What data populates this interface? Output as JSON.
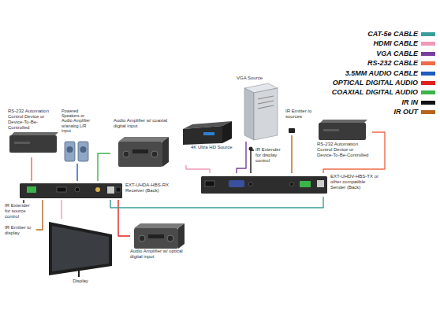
{
  "diagram": {
    "nodes": [
      {
        "text": [
          "RS-232 Automation Control Device or Device-To-Be-Controlled"
        ]
      },
      {
        "text": [
          "Powered Speakers or Audio Amplifier w/analog L/R input"
        ]
      },
      {
        "text": [
          "Audio Amplifier w/ coaxial digital input"
        ]
      },
      {
        "text": [
          "4K Ultra HD Source"
        ]
      },
      {
        "text": [
          "VGA Source"
        ]
      },
      {
        "text": [
          "IR Emitter to sources"
        ]
      },
      {
        "text": [
          "IR Extender for display control"
        ]
      },
      {
        "text": [
          "RS-232 Automation Control Device or Device-To-Be-Controlled"
        ]
      },
      {
        "text": [
          "EXT-UHDA-HBS-RX Receiver (Back)"
        ]
      },
      {
        "text": [
          "EXT-UHDV-HBS-TX or other compatible Sender (Back)"
        ]
      },
      {
        "text": [
          "IR Extender for source control"
        ]
      },
      {
        "text": [
          "IR Emitter to display"
        ]
      },
      {
        "text": [
          "Display"
        ]
      },
      {
        "text": [
          "Audio Amplifier w/ optical digital input"
        ]
      }
    ],
    "edges": [
      {
        "from": 8,
        "to": 0,
        "arrow": "none"
      },
      {
        "from": 8,
        "to": 1,
        "arrow": "none"
      },
      {
        "from": 8,
        "to": 2,
        "arrow": "none"
      },
      {
        "from": 8,
        "to": 12,
        "arrow": "none"
      },
      {
        "from": 8,
        "to": 13,
        "arrow": "none"
      },
      {
        "from": 8,
        "to": 9,
        "arrow": "none"
      },
      {
        "from": 3,
        "to": 9,
        "arrow": "none"
      },
      {
        "from": 4,
        "to": 9,
        "arrow": "none"
      },
      {
        "from": 6,
        "to": 9,
        "arrow": "none"
      },
      {
        "from": 5,
        "to": 9,
        "arrow": "none"
      },
      {
        "from": 9,
        "to": 7,
        "arrow": "none"
      },
      {
        "from": 10,
        "to": 8,
        "arrow": "none"
      },
      {
        "from": 11,
        "to": 8,
        "arrow": "none"
      }
    ],
    "legend": [
      {
        "text": "CAT-5e CABLE",
        "color": "#3a9e9c"
      },
      {
        "text": "HDMI CABLE",
        "color": "#f09ab8"
      },
      {
        "text": "VGA CABLE",
        "color": "#7a3e9d"
      },
      {
        "text": "RS-232 CABLE",
        "color": "#ee6a4a"
      },
      {
        "text": "3.5MM AUDIO CABLE",
        "color": "#1f5bbf"
      },
      {
        "text": "OPTICAL DIGITAL AUDIO",
        "color": "#e0201c"
      },
      {
        "text": "COAXIAL DIGITAL AUDIO",
        "color": "#3cb34a"
      },
      {
        "text": "IR IN",
        "color": "#111111"
      },
      {
        "text": "IR OUT",
        "color": "#b5651d"
      }
    ]
  }
}
